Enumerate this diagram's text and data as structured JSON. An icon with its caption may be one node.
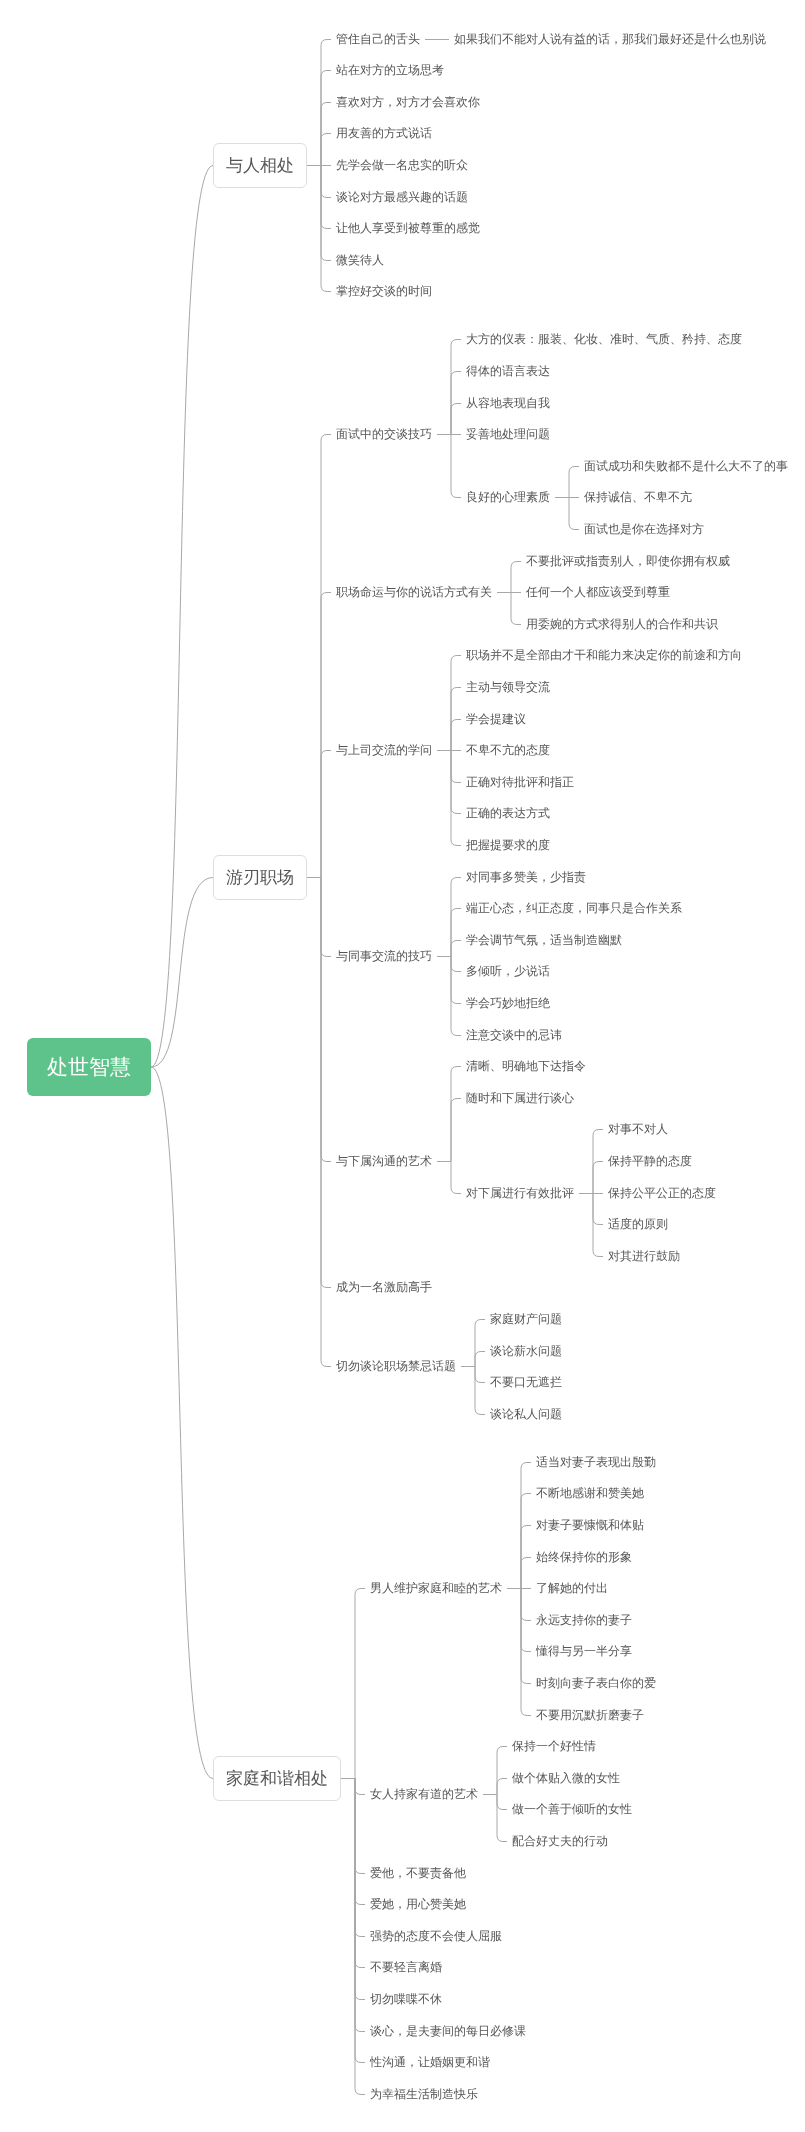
{
  "diagram": {
    "nodes": [
      {
        "text": [
          "处世智慧"
        ]
      },
      {
        "text": [
          "与人相处"
        ]
      },
      {
        "text": [
          "管住自己的舌头"
        ]
      },
      {
        "text": [
          "如果我们不能对人说有益的话，那我们最好还是什么也别说"
        ]
      },
      {
        "text": [
          "站在对方的立场思考"
        ]
      },
      {
        "text": [
          "喜欢对方，对方才会喜欢你"
        ]
      },
      {
        "text": [
          "用友善的方式说话"
        ]
      },
      {
        "text": [
          "先学会做一名忠实的听众"
        ]
      },
      {
        "text": [
          "谈论对方最感兴趣的话题"
        ]
      },
      {
        "text": [
          "让他人享受到被尊重的感觉"
        ]
      },
      {
        "text": [
          "微笑待人"
        ]
      },
      {
        "text": [
          "掌控好交谈的时间"
        ]
      },
      {
        "text": [
          "游刃职场"
        ]
      },
      {
        "text": [
          "面试中的交谈技巧"
        ]
      },
      {
        "text": [
          "大方的仪表：服装、化妆、准时、气质、矜持、态度"
        ]
      },
      {
        "text": [
          "得体的语言表达"
        ]
      },
      {
        "text": [
          "从容地表现自我"
        ]
      },
      {
        "text": [
          "妥善地处理问题"
        ]
      },
      {
        "text": [
          "良好的心理素质"
        ]
      },
      {
        "text": [
          "面试成功和失败都不是什么大不了的事"
        ]
      },
      {
        "text": [
          "保持诚信、不卑不亢"
        ]
      },
      {
        "text": [
          "面试也是你在选择对方"
        ]
      },
      {
        "text": [
          "职场命运与你的说话方式有关"
        ]
      },
      {
        "text": [
          "不要批评或指责别人，即使你拥有权威"
        ]
      },
      {
        "text": [
          "任何一个人都应该受到尊重"
        ]
      },
      {
        "text": [
          "用委婉的方式求得别人的合作和共识"
        ]
      },
      {
        "text": [
          "与上司交流的学问"
        ]
      },
      {
        "text": [
          "职场并不是全部由才干和能力来决定你的前途和方向"
        ]
      },
      {
        "text": [
          "主动与领导交流"
        ]
      },
      {
        "text": [
          "学会提建议"
        ]
      },
      {
        "text": [
          "不卑不亢的态度"
        ]
      },
      {
        "text": [
          "正确对待批评和指正"
        ]
      },
      {
        "text": [
          "正确的表达方式"
        ]
      },
      {
        "text": [
          "把握提要求的度"
        ]
      },
      {
        "text": [
          "与同事交流的技巧"
        ]
      },
      {
        "text": [
          "对同事多赞美，少指责"
        ]
      },
      {
        "text": [
          "端正心态，纠正态度，同事只是合作关系"
        ]
      },
      {
        "text": [
          "学会调节气氛，适当制造幽默"
        ]
      },
      {
        "text": [
          "多倾听，少说话"
        ]
      },
      {
        "text": [
          "学会巧妙地拒绝"
        ]
      },
      {
        "text": [
          "注意交谈中的忌讳"
        ]
      },
      {
        "text": [
          "与下属沟通的艺术"
        ]
      },
      {
        "text": [
          "清晰、明确地下达指令"
        ]
      },
      {
        "text": [
          "随时和下属进行谈心"
        ]
      },
      {
        "text": [
          "对下属进行有效批评"
        ]
      },
      {
        "text": [
          "对事不对人"
        ]
      },
      {
        "text": [
          "保持平静的态度"
        ]
      },
      {
        "text": [
          "保持公平公正的态度"
        ]
      },
      {
        "text": [
          "适度的原则"
        ]
      },
      {
        "text": [
          "对其进行鼓励"
        ]
      },
      {
        "text": [
          "成为一名激励高手"
        ]
      },
      {
        "text": [
          "切勿谈论职场禁忌话题"
        ]
      },
      {
        "text": [
          "家庭财产问题"
        ]
      },
      {
        "text": [
          "谈论薪水问题"
        ]
      },
      {
        "text": [
          "不要口无遮拦"
        ]
      },
      {
        "text": [
          "谈论私人问题"
        ]
      },
      {
        "text": [
          "家庭和谐相处"
        ]
      },
      {
        "text": [
          "男人维护家庭和睦的艺术"
        ]
      },
      {
        "text": [
          "适当对妻子表现出殷勤"
        ]
      },
      {
        "text": [
          "不断地感谢和赞美她"
        ]
      },
      {
        "text": [
          "对妻子要慷慨和体贴"
        ]
      },
      {
        "text": [
          "始终保持你的形象"
        ]
      },
      {
        "text": [
          "了解她的付出"
        ]
      },
      {
        "text": [
          "永远支持你的妻子"
        ]
      },
      {
        "text": [
          "懂得与另一半分享"
        ]
      },
      {
        "text": [
          "时刻向妻子表白你的爱"
        ]
      },
      {
        "text": [
          "不要用沉默折磨妻子"
        ]
      },
      {
        "text": [
          "女人持家有道的艺术"
        ]
      },
      {
        "text": [
          "保持一个好性情"
        ]
      },
      {
        "text": [
          "做个体贴入微的女性"
        ]
      },
      {
        "text": [
          "做一个善于倾听的女性"
        ]
      },
      {
        "text": [
          "配合好丈夫的行动"
        ]
      },
      {
        "text": [
          "爱他，不要责备他"
        ]
      },
      {
        "text": [
          "爱她，用心赞美她"
        ]
      },
      {
        "text": [
          "强势的态度不会使人屈服"
        ]
      },
      {
        "text": [
          "不要轻言离婚"
        ]
      },
      {
        "text": [
          "切勿喋喋不休"
        ]
      },
      {
        "text": [
          "谈心，是夫妻间的每日必修课"
        ]
      },
      {
        "text": [
          "性沟通，让婚姻更和谐"
        ]
      },
      {
        "text": [
          "为幸福生活制造快乐"
        ]
      }
    ],
    "edges": [
      {
        "from": 0,
        "to": 1,
        "arrow": "none"
      },
      {
        "from": 1,
        "to": 2,
        "arrow": "none"
      },
      {
        "from": 2,
        "to": 3,
        "arrow": "none"
      },
      {
        "from": 1,
        "to": 4,
        "arrow": "none"
      },
      {
        "from": 1,
        "to": 5,
        "arrow": "none"
      },
      {
        "from": 1,
        "to": 6,
        "arrow": "none"
      },
      {
        "from": 1,
        "to": 7,
        "arrow": "none"
      },
      {
        "from": 1,
        "to": 8,
        "arrow": "none"
      },
      {
        "from": 1,
        "to": 9,
        "arrow": "none"
      },
      {
        "from": 1,
        "to": 10,
        "arrow": "none"
      },
      {
        "from": 1,
        "to": 11,
        "arrow": "none"
      },
      {
        "from": 0,
        "to": 12,
        "arrow": "none"
      },
      {
        "from": 12,
        "to": 13,
        "arrow": "none"
      },
      {
        "from": 13,
        "to": 14,
        "arrow": "none"
      },
      {
        "from": 13,
        "to": 15,
        "arrow": "none"
      },
      {
        "from": 13,
        "to": 16,
        "arrow": "none"
      },
      {
        "from": 13,
        "to": 17,
        "arrow": "none"
      },
      {
        "from": 13,
        "to": 18,
        "arrow": "none"
      },
      {
        "from": 18,
        "to": 19,
        "arrow": "none"
      },
      {
        "from": 18,
        "to": 20,
        "arrow": "none"
      },
      {
        "from": 18,
        "to": 21,
        "arrow": "none"
      },
      {
        "from": 12,
        "to": 22,
        "arrow": "none"
      },
      {
        "from": 22,
        "to": 23,
        "arrow": "none"
      },
      {
        "from": 22,
        "to": 24,
        "arrow": "none"
      },
      {
        "from": 22,
        "to": 25,
        "arrow": "none"
      },
      {
        "from": 12,
        "to": 26,
        "arrow": "none"
      },
      {
        "from": 26,
        "to": 27,
        "arrow": "none"
      },
      {
        "from": 26,
        "to": 28,
        "arrow": "none"
      },
      {
        "from": 26,
        "to": 29,
        "arrow": "none"
      },
      {
        "from": 26,
        "to": 30,
        "arrow": "none"
      },
      {
        "from": 26,
        "to": 31,
        "arrow": "none"
      },
      {
        "from": 26,
        "to": 32,
        "arrow": "none"
      },
      {
        "from": 26,
        "to": 33,
        "arrow": "none"
      },
      {
        "from": 12,
        "to": 34,
        "arrow": "none"
      },
      {
        "from": 34,
        "to": 35,
        "arrow": "none"
      },
      {
        "from": 34,
        "to": 36,
        "arrow": "none"
      },
      {
        "from": 34,
        "to": 37,
        "arrow": "none"
      },
      {
        "from": 34,
        "to": 38,
        "arrow": "none"
      },
      {
        "from": 34,
        "to": 39,
        "arrow": "none"
      },
      {
        "from": 34,
        "to": 40,
        "arrow": "none"
      },
      {
        "from": 12,
        "to": 41,
        "arrow": "none"
      },
      {
        "from": 41,
        "to": 42,
        "arrow": "none"
      },
      {
        "from": 41,
        "to": 43,
        "arrow": "none"
      },
      {
        "from": 41,
        "to": 44,
        "arrow": "none"
      },
      {
        "from": 44,
        "to": 45,
        "arrow": "none"
      },
      {
        "from": 44,
        "to": 46,
        "arrow": "none"
      },
      {
        "from": 44,
        "to": 47,
        "arrow": "none"
      },
      {
        "from": 44,
        "to": 48,
        "arrow": "none"
      },
      {
        "from": 44,
        "to": 49,
        "arrow": "none"
      },
      {
        "from": 12,
        "to": 50,
        "arrow": "none"
      },
      {
        "from": 12,
        "to": 51,
        "arrow": "none"
      },
      {
        "from": 51,
        "to": 52,
        "arrow": "none"
      },
      {
        "from": 51,
        "to": 53,
        "arrow": "none"
      },
      {
        "from": 51,
        "to": 54,
        "arrow": "none"
      },
      {
        "from": 51,
        "to": 55,
        "arrow": "none"
      },
      {
        "from": 0,
        "to": 56,
        "arrow": "none"
      },
      {
        "from": 56,
        "to": 57,
        "arrow": "none"
      },
      {
        "from": 57,
        "to": 58,
        "arrow": "none"
      },
      {
        "from": 57,
        "to": 59,
        "arrow": "none"
      },
      {
        "from": 57,
        "to": 60,
        "arrow": "none"
      },
      {
        "from": 57,
        "to": 61,
        "arrow": "none"
      },
      {
        "from": 57,
        "to": 62,
        "arrow": "none"
      },
      {
        "from": 57,
        "to": 63,
        "arrow": "none"
      },
      {
        "from": 57,
        "to": 64,
        "arrow": "none"
      },
      {
        "from": 57,
        "to": 65,
        "arrow": "none"
      },
      {
        "from": 57,
        "to": 66,
        "arrow": "none"
      },
      {
        "from": 56,
        "to": 67,
        "arrow": "none"
      },
      {
        "from": 67,
        "to": 68,
        "arrow": "none"
      },
      {
        "from": 67,
        "to": 69,
        "arrow": "none"
      },
      {
        "from": 67,
        "to": 70,
        "arrow": "none"
      },
      {
        "from": 67,
        "to": 71,
        "arrow": "none"
      },
      {
        "from": 56,
        "to": 72,
        "arrow": "none"
      },
      {
        "from": 56,
        "to": 73,
        "arrow": "none"
      },
      {
        "from": 56,
        "to": 74,
        "arrow": "none"
      },
      {
        "from": 56,
        "to": 75,
        "arrow": "none"
      },
      {
        "from": 56,
        "to": 76,
        "arrow": "none"
      },
      {
        "from": 56,
        "to": 77,
        "arrow": "none"
      },
      {
        "from": 56,
        "to": 78,
        "arrow": "none"
      },
      {
        "from": 56,
        "to": 79,
        "arrow": "none"
      }
    ]
  }
}
